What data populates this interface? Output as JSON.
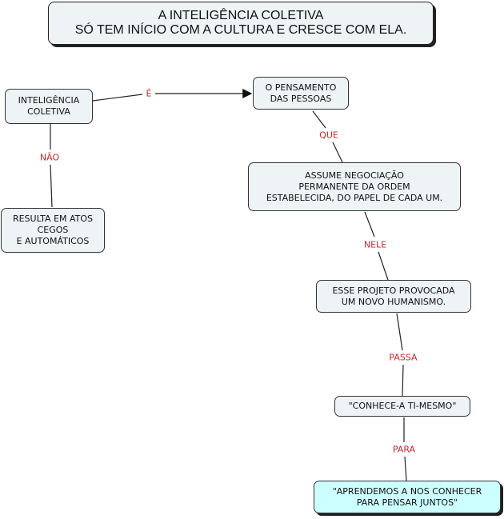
{
  "title": {
    "line1": "A INTELIGÊNCIA COLETIVA",
    "line2": "SÓ TEM INÍCIO COM A CULTURA E CRESCE COM ELA."
  },
  "nodes": {
    "inteligencia": "INTELIGÊNCIA\nCOLETIVA",
    "pensamento": "O PENSAMENTO\nDAS PESSOAS",
    "resulta": "RESULTA EM ATOS\nCEGOS\nE AUTOMÁTICOS",
    "assume": "ASSUME NEGOCIAÇÃO\nPERMANENTE DA ORDEM\nESTABELECIDA, DO PAPEL DE CADA UM.",
    "projeto": "ESSE PROJETO PROVOCADA\nUM NOVO HUMANISMO.",
    "conhece": "\"CONHECE-A TI-MESMO\"",
    "aprendemos": "\"APRENDEMOS A  NOS CONHECER\nPARA PENSAR JUNTOS\""
  },
  "links": {
    "e": "É",
    "nao": "NÃO",
    "que": "QUE",
    "nele": "NELE",
    "passa": "PASSA",
    "para": "PARA"
  },
  "colors": {
    "node_fill": "#eef3f5",
    "highlight_fill": "#ccffff",
    "link_label": "#c0282d"
  }
}
